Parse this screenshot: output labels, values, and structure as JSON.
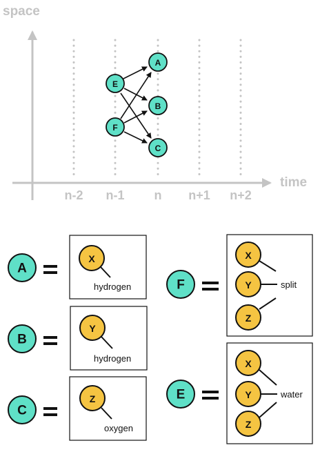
{
  "axes": {
    "y_label": "space",
    "x_label": "time",
    "ticks": [
      "n-2",
      "n-1",
      "n",
      "n+1",
      "n+2"
    ]
  },
  "graph_nodes": {
    "A": "A",
    "B": "B",
    "C": "C",
    "E": "E",
    "F": "F"
  },
  "definitions": {
    "A": {
      "node": "A",
      "atom": "X",
      "text": "hydrogen"
    },
    "B": {
      "node": "B",
      "atom": "Y",
      "text": "hydrogen"
    },
    "C": {
      "node": "C",
      "atom": "Z",
      "text": "oxygen"
    },
    "F": {
      "node": "F",
      "atoms": [
        "X",
        "Y",
        "Z"
      ],
      "text": "split"
    },
    "E": {
      "node": "E",
      "atoms": [
        "X",
        "Y",
        "Z"
      ],
      "text": "water"
    }
  },
  "colors": {
    "teal": "#5fe0c7",
    "yellow": "#f5c442",
    "axis": "#c4c4c4",
    "dots": "#c4c4c4",
    "stroke": "#111111"
  }
}
